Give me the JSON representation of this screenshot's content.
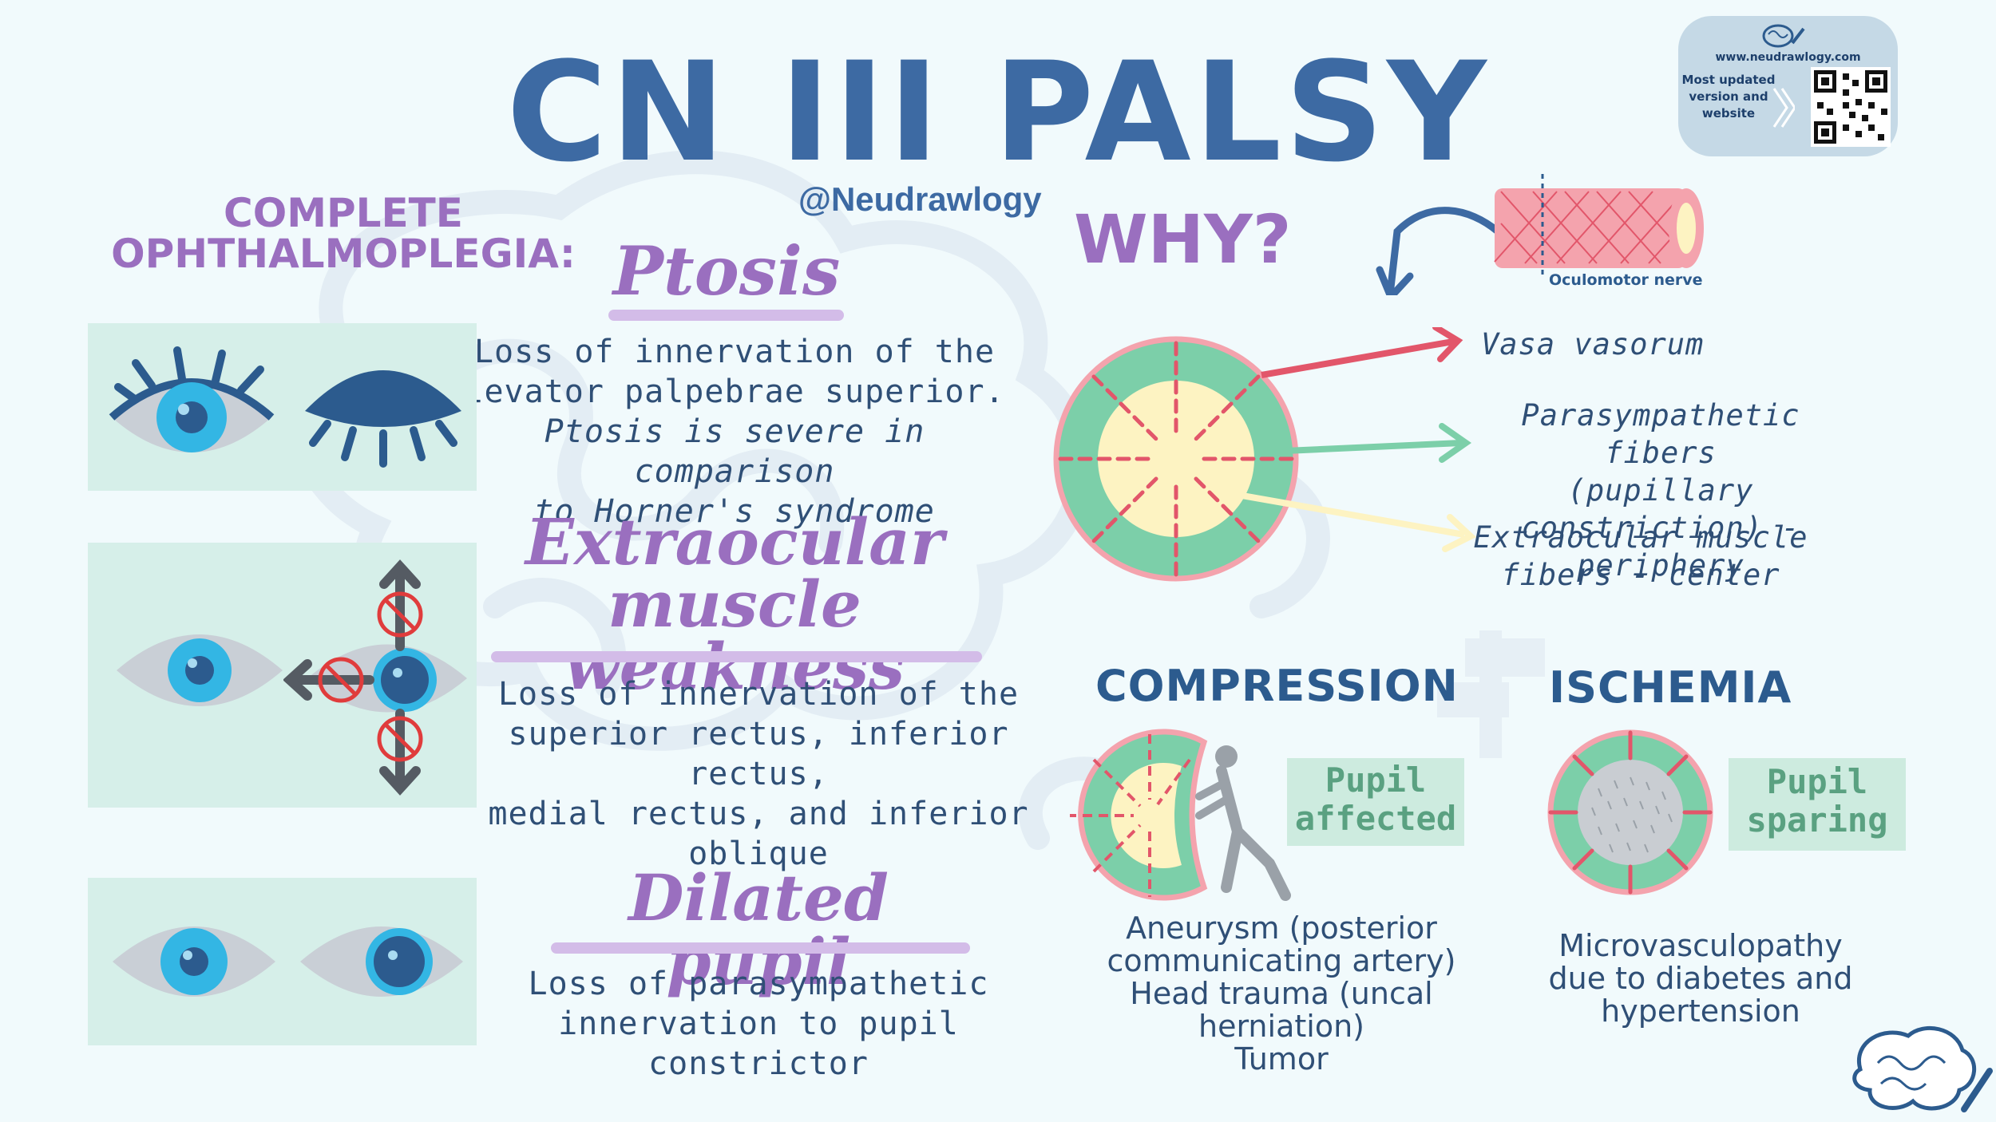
{
  "title": "CN III PALSY",
  "handle": "@Neudrawlogy",
  "qr_card": {
    "url": "www.neudrawlogy.com",
    "text": "Most updated version and website"
  },
  "complete": {
    "line1": "COMPLETE",
    "line2": "OPHTHALMOPLEGIA:"
  },
  "ptosis": {
    "heading": "Ptosis",
    "line1": "Loss of innervation of the",
    "line2": "levator palpebrae superior.",
    "line3": "Ptosis is severe in comparison",
    "line4": "to Horner's syndrome"
  },
  "eom": {
    "heading1": "Extraocular",
    "heading2": "muscle weakness",
    "line1": "Loss of innervation of the",
    "line2": "superior rectus, inferior rectus,",
    "line3": "medial rectus, and inferior",
    "line4": "oblique"
  },
  "dilated": {
    "heading": "Dilated pupil",
    "line1": "Loss of parasympathetic",
    "line2": "innervation to pupil constrictor"
  },
  "why": {
    "heading": "WHY?",
    "nerve_label": "Oculomotor nerve",
    "vasa": "Vasa vasorum",
    "para1": "Parasympathetic fibers",
    "para2": "(pupillary constriction) -",
    "para3": "periphery",
    "eom1": "Extraocular muscle",
    "eom2": "fibers - center"
  },
  "compression": {
    "heading": "COMPRESSION",
    "pupil1": "Pupil",
    "pupil2": "affected",
    "cause1": "Aneurysm (posterior",
    "cause2": "communicating artery)",
    "cause3": "Head trauma (uncal",
    "cause4": "herniation)",
    "cause5": "Tumor"
  },
  "ischemia": {
    "heading": "ISCHEMIA",
    "pupil1": "Pupil",
    "pupil2": "sparing",
    "cause1": "Microvasculopathy",
    "cause2": "due to diabetes and",
    "cause3": "hypertension"
  },
  "colors": {
    "title_blue": "#3d6aa3",
    "purple": "#9a6fbf",
    "teal_panel": "#d6efe9",
    "nerve_pink": "#f4a3ad",
    "green": "#7ccfa9",
    "yellow": "#fdf3c2",
    "red": "#e2566a"
  },
  "icons": [
    "brain-icon",
    "pencil-icon",
    "qr-code-icon",
    "eye-icon",
    "closed-eye-icon",
    "arrow-icon",
    "prohibited-icon",
    "pushing-person-icon",
    "signpost-icon"
  ]
}
